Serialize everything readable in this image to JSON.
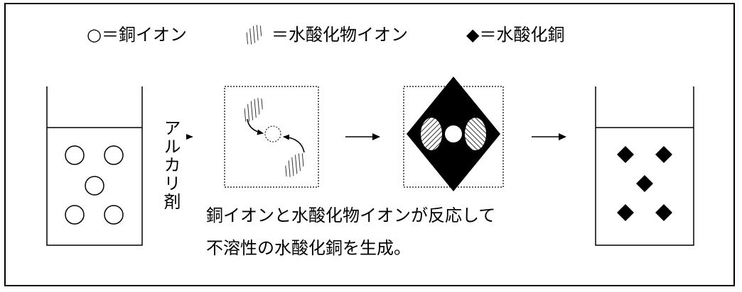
{
  "legend": {
    "copper_ion": "○＝銅イオン",
    "hydroxide_ion": "＝水酸化物イオン",
    "copper_hydroxide": "◆＝水酸化銅"
  },
  "alkali_label": "アルカリ剤",
  "caption": {
    "line1": "銅イオンと水酸化物イオンが反応して",
    "line2": "不溶性の水酸化銅を生成。"
  }
}
